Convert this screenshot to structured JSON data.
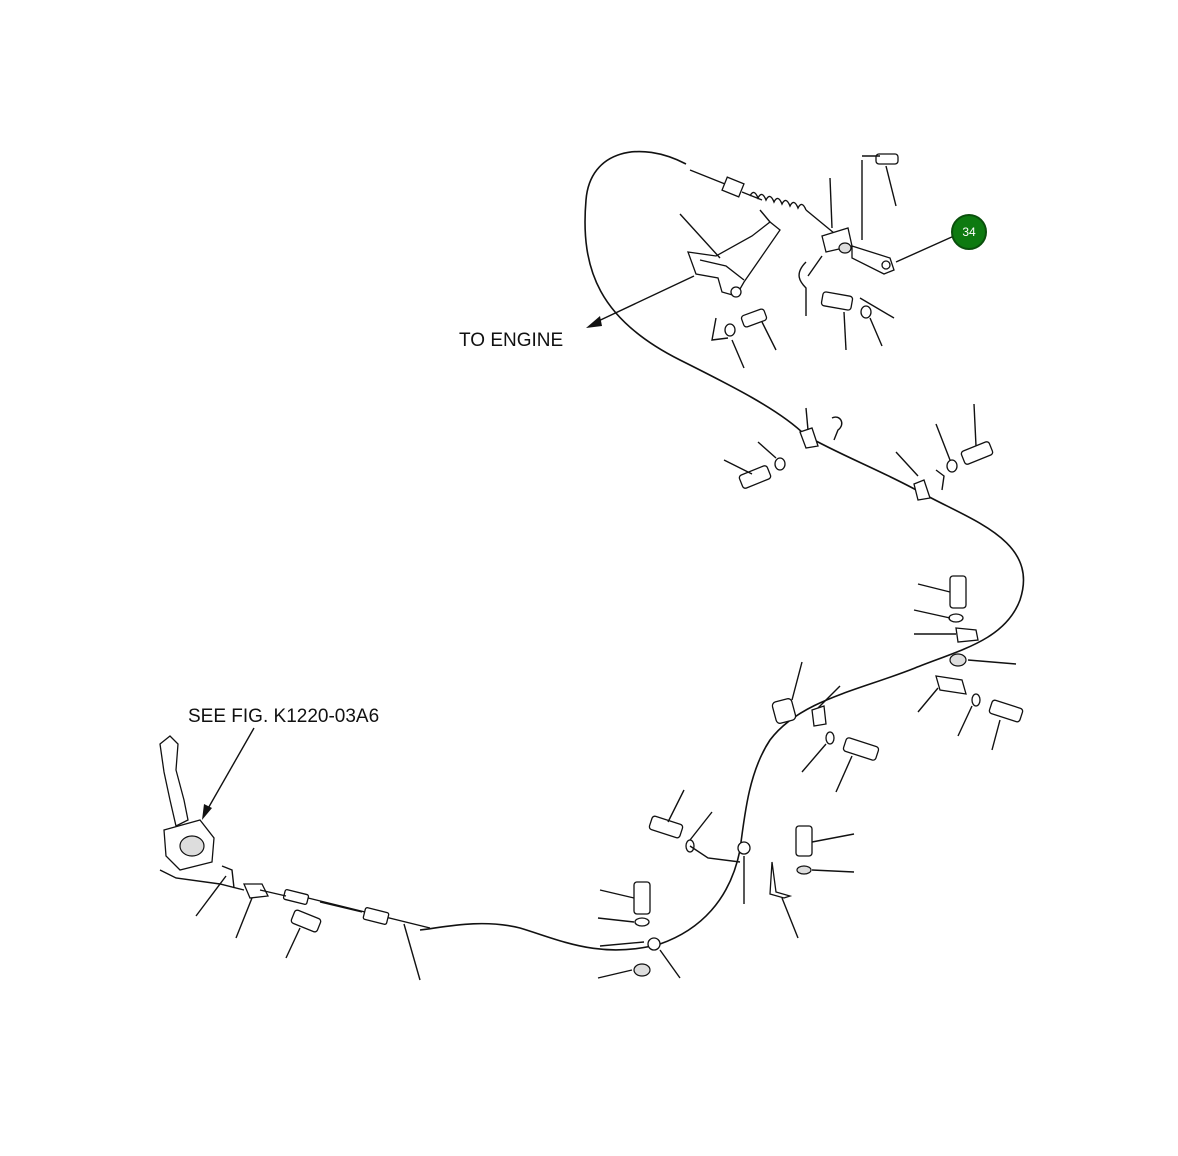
{
  "diagram": {
    "labels": {
      "to_engine": "TO ENGINE",
      "see_fig": "SEE FIG. K1220-03A6"
    },
    "callout": {
      "number": "34",
      "color": "#0d7a10"
    }
  }
}
